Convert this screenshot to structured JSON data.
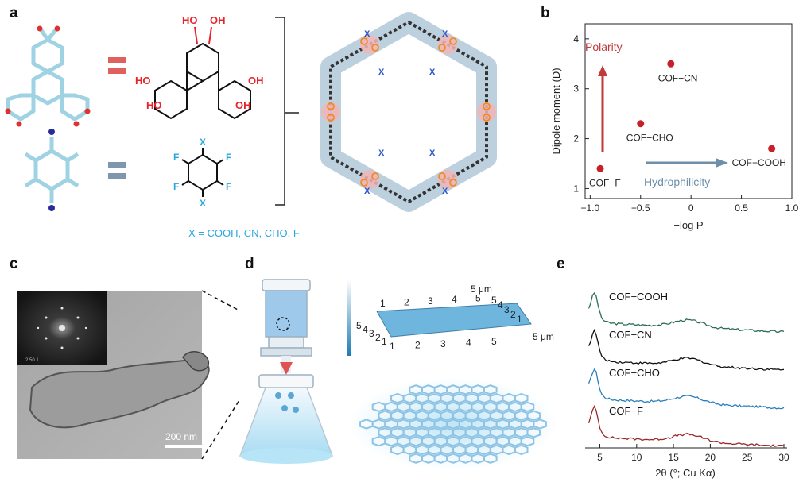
{
  "panels": {
    "a": "a",
    "b": "b",
    "c": "c",
    "d": "d",
    "e": "e"
  },
  "panel_a": {
    "oh": "HO",
    "ho": "OH",
    "x": "X",
    "f": "F",
    "substituent_note": "X = COOH, CN, CHO, F",
    "colors": {
      "hydroxyl": "#e8232a",
      "fluoro": "#2aa7e0",
      "equals_top": "#e06060",
      "equals_bottom": "#7e97ad"
    }
  },
  "panel_c": {
    "scale_bar": "200 nm",
    "inset_tag": "2.50 1"
  },
  "panel_d": {
    "unit_x": "5 μm",
    "unit_y": "5 μm",
    "ticks_x": [
      "1",
      "2",
      "3",
      "4",
      "5"
    ],
    "ticks_y": [
      "1",
      "2",
      "3",
      "4",
      "5"
    ]
  },
  "chart_data": [
    {
      "type": "scatter",
      "panel": "b",
      "xlabel": "−log P",
      "ylabel": "Dipole moment (D)",
      "xlim": [
        -1.05,
        1.0
      ],
      "ylim": [
        0.8,
        4.3
      ],
      "xticks": [
        -1.0,
        -0.5,
        0,
        0.5,
        1.0
      ],
      "xtick_labels": [
        "−1.0",
        "−0.5",
        "0",
        "0.5",
        "1.0"
      ],
      "yticks": [
        1,
        2,
        3,
        4
      ],
      "ytick_labels": [
        "1",
        "2",
        "3",
        "4"
      ],
      "points": [
        {
          "label": "COF−F",
          "x": -0.9,
          "y": 1.4
        },
        {
          "label": "COF−CHO",
          "x": -0.5,
          "y": 2.3
        },
        {
          "label": "COF−CN",
          "x": -0.2,
          "y": 3.5
        },
        {
          "label": "COF−COOH",
          "x": 0.8,
          "y": 1.8
        }
      ],
      "annotations": {
        "polarity": "Polarity",
        "hydrophilicity": "Hydrophilicity"
      },
      "colors": {
        "point": "#c8202a",
        "polarity": "#c0393b",
        "hydrophilicity": "#6e8fa8"
      }
    },
    {
      "type": "line",
      "panel": "e",
      "xlabel": "2θ (°; Cu Kα)",
      "xlim": [
        3,
        30
      ],
      "xticks": [
        5,
        10,
        15,
        20,
        25,
        30
      ],
      "xtick_labels": [
        "5",
        "10",
        "15",
        "20",
        "25",
        "30"
      ],
      "series": [
        {
          "name": "COF−COOH",
          "color": "#2d6e50",
          "offset": 3.0
        },
        {
          "name": "COF−CN",
          "color": "#111111",
          "offset": 2.0
        },
        {
          "name": "COF−CHO",
          "color": "#2a7fbd",
          "offset": 1.0
        },
        {
          "name": "COF−F",
          "color": "#9a2a2a",
          "offset": 0.0
        }
      ]
    }
  ]
}
